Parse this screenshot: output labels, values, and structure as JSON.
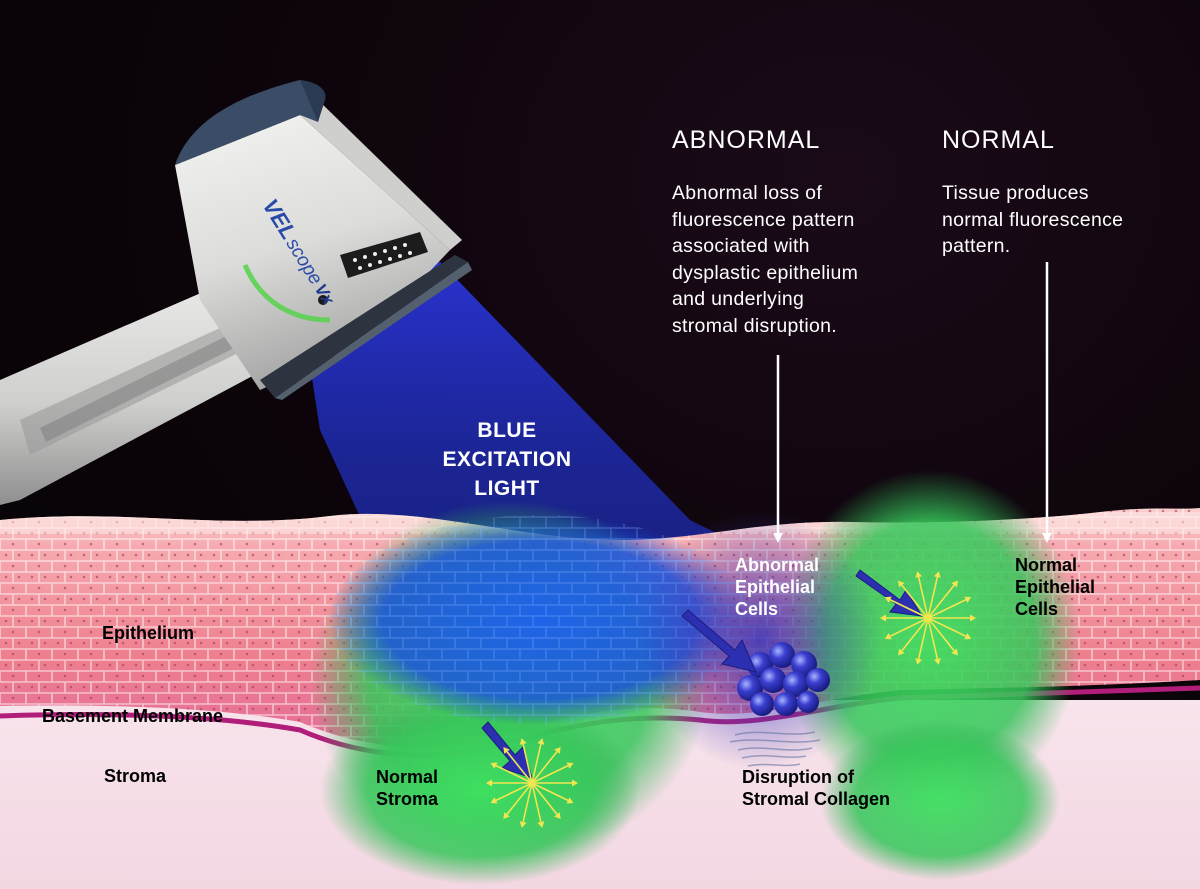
{
  "colors": {
    "background": "#0b0409",
    "epithelium": "#ef8a96",
    "stroma": "#f6dce6",
    "basement_membrane": "#b01e7a",
    "blue_light": "#2530c8",
    "green_fluorescence": "#3fd062",
    "device_body": "#e4e4e2",
    "device_cap": "#3a4c66"
  },
  "device": {
    "brand_prefix": "VEL",
    "brand_main": "scope",
    "brand_suffix": "Vx"
  },
  "headings": {
    "abnormal": "ABNORMAL",
    "normal": "NORMAL"
  },
  "descriptions": {
    "abnormal": [
      "Abnormal loss of",
      "fluorescence pattern",
      "associated with",
      "dysplastic epithelium",
      "and underlying",
      "stromal disruption."
    ],
    "normal": [
      "Tissue produces",
      "normal fluorescence",
      "pattern."
    ]
  },
  "blue_light_label": [
    "BLUE",
    "EXCITATION",
    "LIGHT"
  ],
  "tissue_labels": {
    "epithelium": "Epithelium",
    "basement_membrane": "Basement Membrane",
    "stroma": "Stroma",
    "normal_stroma": [
      "Normal",
      "Stroma"
    ],
    "abnormal_cells": [
      "Abnormal",
      "Epithelial",
      "Cells"
    ],
    "normal_cells": [
      "Normal",
      "Epithelial",
      "Cells"
    ],
    "disruption": [
      "Disruption of",
      "Stromal Collagen"
    ]
  }
}
